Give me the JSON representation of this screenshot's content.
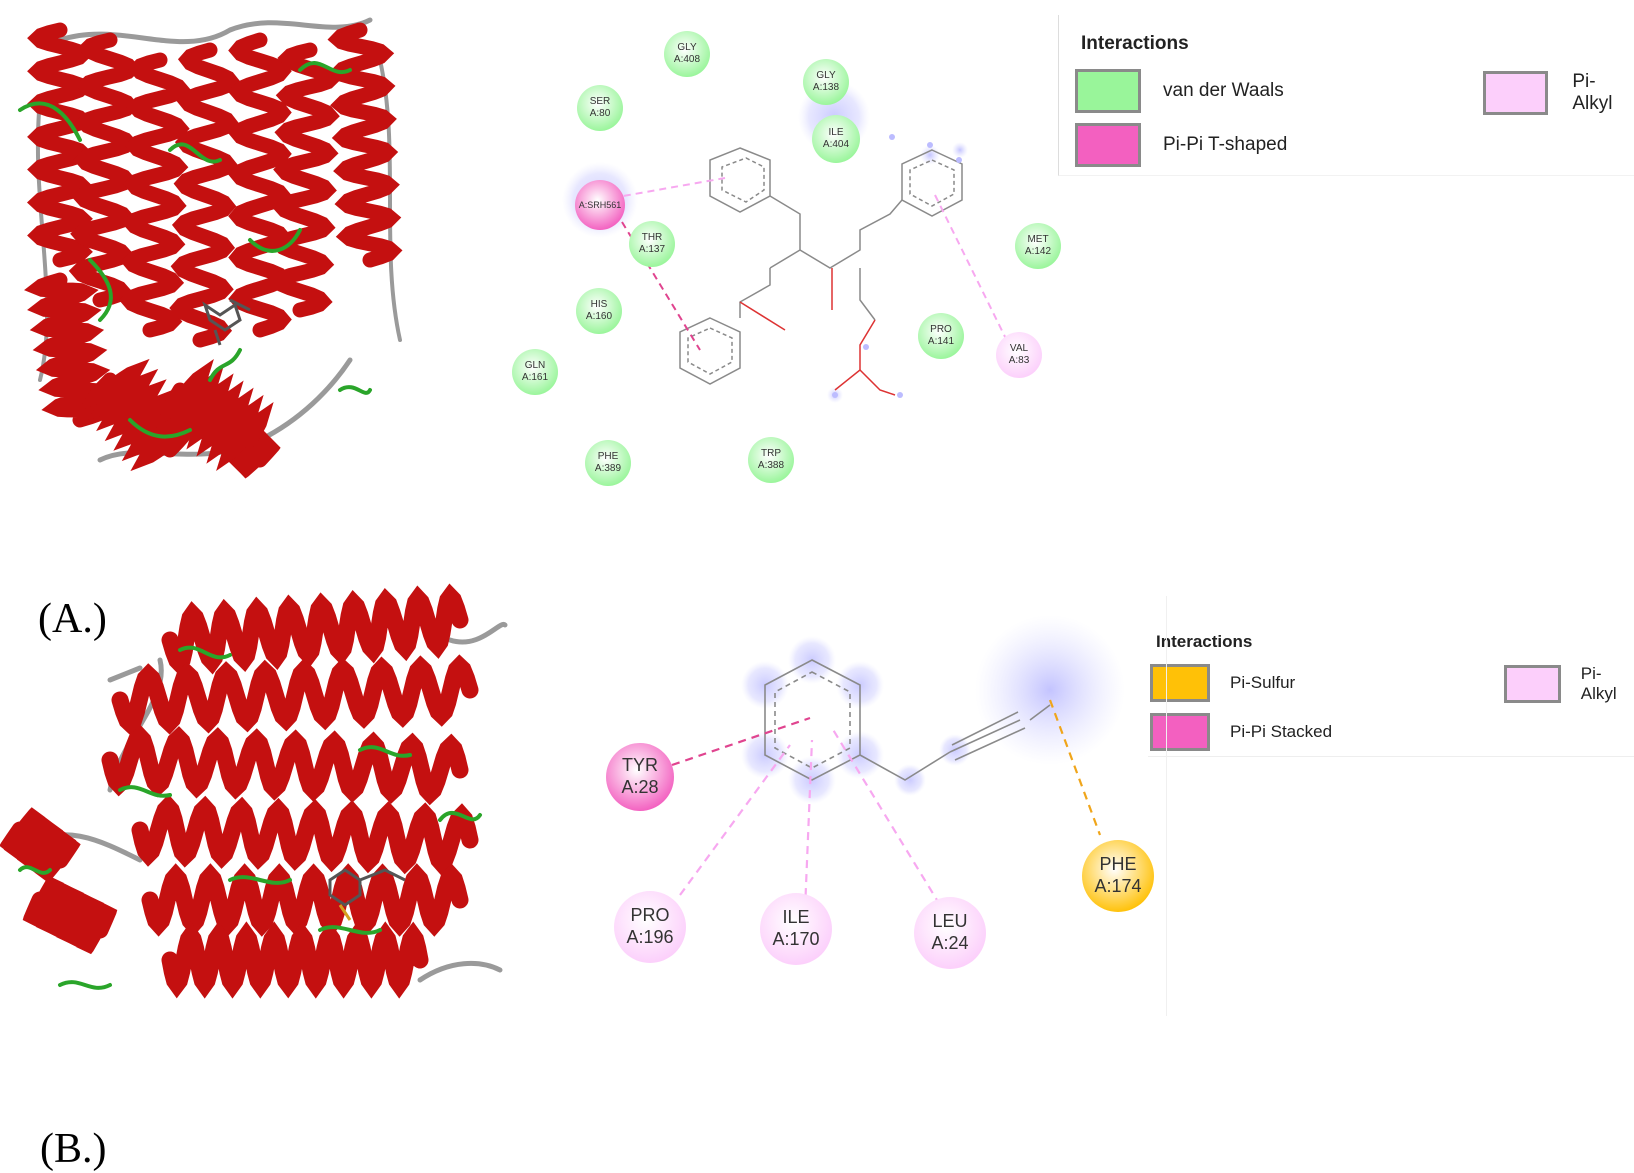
{
  "panels": [
    {
      "label": "(A.)",
      "legend": {
        "title": "Interactions",
        "items": [
          {
            "label": "van der Waals",
            "color": "#99f59a"
          },
          {
            "label": "Pi-Pi T-shaped",
            "color": "#f360c0"
          },
          {
            "label": "Pi-Alkyl",
            "color": "#fccffb"
          }
        ]
      },
      "residues": [
        {
          "name": "GLY",
          "id": "A:408",
          "type": "van der Waals"
        },
        {
          "name": "SER",
          "id": "A:80",
          "type": "van der Waals"
        },
        {
          "name": "GLY",
          "id": "A:138",
          "type": "van der Waals"
        },
        {
          "name": "ILE",
          "id": "A:404",
          "type": "van der Waals"
        },
        {
          "name": "A:SRH561",
          "id": "",
          "type": "Pi-Pi T-shaped"
        },
        {
          "name": "THR",
          "id": "A:137",
          "type": "van der Waals"
        },
        {
          "name": "MET",
          "id": "A:142",
          "type": "van der Waals"
        },
        {
          "name": "HIS",
          "id": "A:160",
          "type": "van der Waals"
        },
        {
          "name": "PRO",
          "id": "A:141",
          "type": "van der Waals"
        },
        {
          "name": "VAL",
          "id": "A:83",
          "type": "Pi-Alkyl"
        },
        {
          "name": "GLN",
          "id": "A:161",
          "type": "van der Waals"
        },
        {
          "name": "PHE",
          "id": "A:389",
          "type": "van der Waals"
        },
        {
          "name": "TRP",
          "id": "A:388",
          "type": "van der Waals"
        }
      ]
    },
    {
      "label": "(B.)",
      "legend": {
        "title": "Interactions",
        "items": [
          {
            "label": "Pi-Sulfur",
            "color": "#ffc107"
          },
          {
            "label": "Pi-Pi Stacked",
            "color": "#f360c0"
          },
          {
            "label": "Pi-Alkyl",
            "color": "#fccffb"
          }
        ]
      },
      "residues": [
        {
          "name": "TYR",
          "id": "A:28",
          "type": "Pi-Pi Stacked"
        },
        {
          "name": "PHE",
          "id": "A:174",
          "type": "Pi-Sulfur"
        },
        {
          "name": "PRO",
          "id": "A:196",
          "type": "Pi-Alkyl"
        },
        {
          "name": "ILE",
          "id": "A:170",
          "type": "Pi-Alkyl"
        },
        {
          "name": "LEU",
          "id": "A:24",
          "type": "Pi-Alkyl"
        }
      ]
    }
  ]
}
